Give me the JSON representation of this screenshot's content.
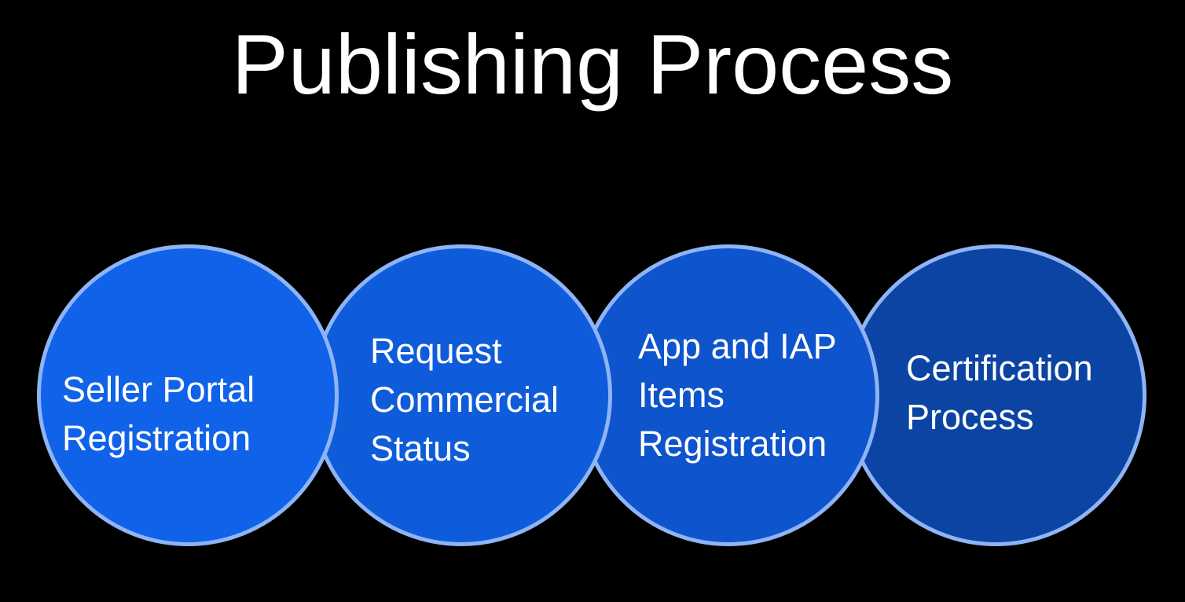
{
  "title": "Publishing Process",
  "steps": [
    {
      "label": "Seller Portal\nRegistration",
      "color": "#1062e8"
    },
    {
      "label": "Request\nCommercial\nStatus",
      "color": "#0f5cdb"
    },
    {
      "label": "App and IAP\nItems\nRegistration",
      "color": "#0e54cd"
    },
    {
      "label": "Certification\nProcess",
      "color": "#0b44a3"
    }
  ],
  "colors": {
    "background": "#000000",
    "circle_border": "#8fb4f5",
    "text": "#ffffff"
  }
}
